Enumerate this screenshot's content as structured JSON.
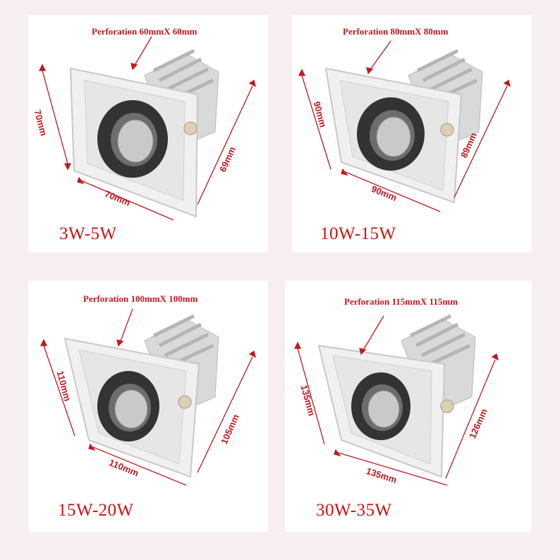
{
  "panels": [
    {
      "perforation": "Perforation 60mmX 60mm",
      "power": "3W-5W",
      "height_left": "70mm",
      "width_bottom": "70mm",
      "height_right": "69mm"
    },
    {
      "perforation": "Perforation 80mmX 80mm",
      "power": "10W-15W",
      "height_left": "90mm",
      "width_bottom": "90mm",
      "height_right": "89mm"
    },
    {
      "perforation": "Perforation 100mmX 100mm",
      "power": "15W-20W",
      "height_left": "110mm",
      "width_bottom": "110mm",
      "height_right": "105mm"
    },
    {
      "perforation": "Perforation 115mmX 115mm",
      "power": "30W-35W",
      "height_left": "135mm",
      "width_bottom": "135mm",
      "height_right": "126mm"
    }
  ],
  "colors": {
    "annotation": "#c0191f",
    "background": "#f7eef0",
    "panel": "#ffffff"
  }
}
